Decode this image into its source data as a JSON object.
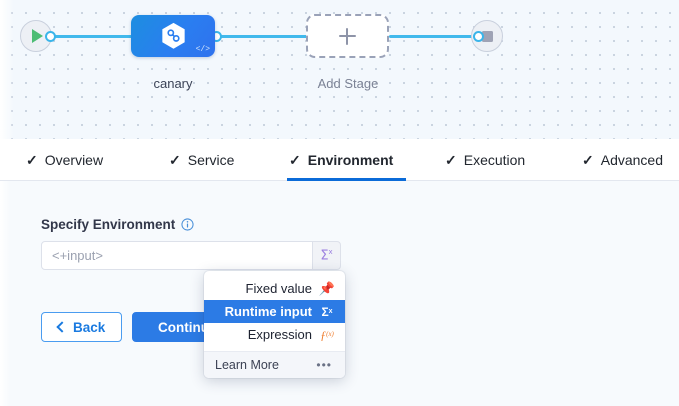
{
  "canvas": {
    "start_node": {
      "icon": "play-icon"
    },
    "end_node": {
      "icon": "stop-icon"
    },
    "stages": [
      {
        "label": "canary",
        "icon": "hexagon-link-icon",
        "badge_icon": "code-icon"
      }
    ],
    "add_stage": {
      "label": "Add Stage",
      "icon": "plus-icon"
    }
  },
  "tabs": [
    {
      "label": "Overview",
      "check": "✓",
      "active": false
    },
    {
      "label": "Service",
      "check": "✓",
      "active": false
    },
    {
      "label": "Environment",
      "check": "✓",
      "active": true
    },
    {
      "label": "Execution",
      "check": "✓",
      "active": false
    },
    {
      "label": "Advanced",
      "check": "✓",
      "active": false
    }
  ],
  "form": {
    "field_label": "Specify Environment",
    "info_icon": "info-icon",
    "input_value": "",
    "input_placeholder": "<+input>",
    "sigma_button": {
      "glyph": "Σ",
      "sup": "x",
      "icon": "runtime-input-icon"
    }
  },
  "buttons": {
    "back_label": "Back",
    "continue_label": "Continue"
  },
  "dropdown": {
    "items": [
      {
        "label": "Fixed value",
        "icon": "pin-icon",
        "glyph": "📌",
        "selected": false
      },
      {
        "label": "Runtime input",
        "icon": "sigma-x-icon",
        "glyph": "Σ",
        "sup": "x",
        "selected": true
      },
      {
        "label": "Expression",
        "icon": "expression-fx-icon",
        "glyph": "ƒ",
        "sup": "(x)",
        "selected": false
      }
    ],
    "footer": {
      "label": "Learn More",
      "icon": "more-dots-icon",
      "glyph": "•••"
    }
  },
  "colors": {
    "accent_blue": "#2c7be5",
    "tab_underline": "#0b6bd8",
    "connector": "#41b9ec",
    "start_green": "#4dbd74",
    "sigma_purple": "#9b7fe0",
    "expression_orange": "#ef7d2e",
    "canvas_bg": "#f3f8fd",
    "panel_bg": "#f7fafd"
  }
}
